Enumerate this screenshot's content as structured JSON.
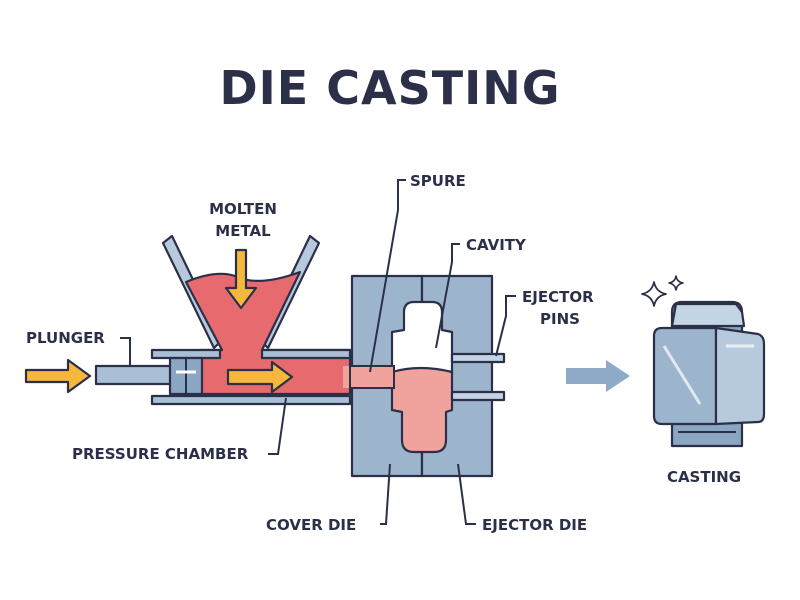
{
  "title": "DIE CASTING",
  "labels": {
    "molten_metal_line1": "MOLTEN",
    "molten_metal_line2": "METAL",
    "spure": "SPURE",
    "cavity": "CAVITY",
    "ejector_pins_line1": "EJECTOR",
    "ejector_pins_line2": "PINS",
    "plunger": "PLUNGER",
    "pressure_chamber": "PRESSURE CHAMBER",
    "cover_die": "COVER DIE",
    "ejector_die": "EJECTOR DIE",
    "casting": "CASTING"
  },
  "colors": {
    "outline": "#2b3048",
    "steel": "#9db4cd",
    "steel_light": "#c3d4e5",
    "molten": "#e66a6e",
    "molten_light": "#f0a39c",
    "arrow_yellow": "#f5b83d",
    "flow_arrow": "#8eaac6"
  },
  "icons": [
    "sparkle-icon",
    "force-arrow-icon",
    "flow-arrow-icon"
  ]
}
